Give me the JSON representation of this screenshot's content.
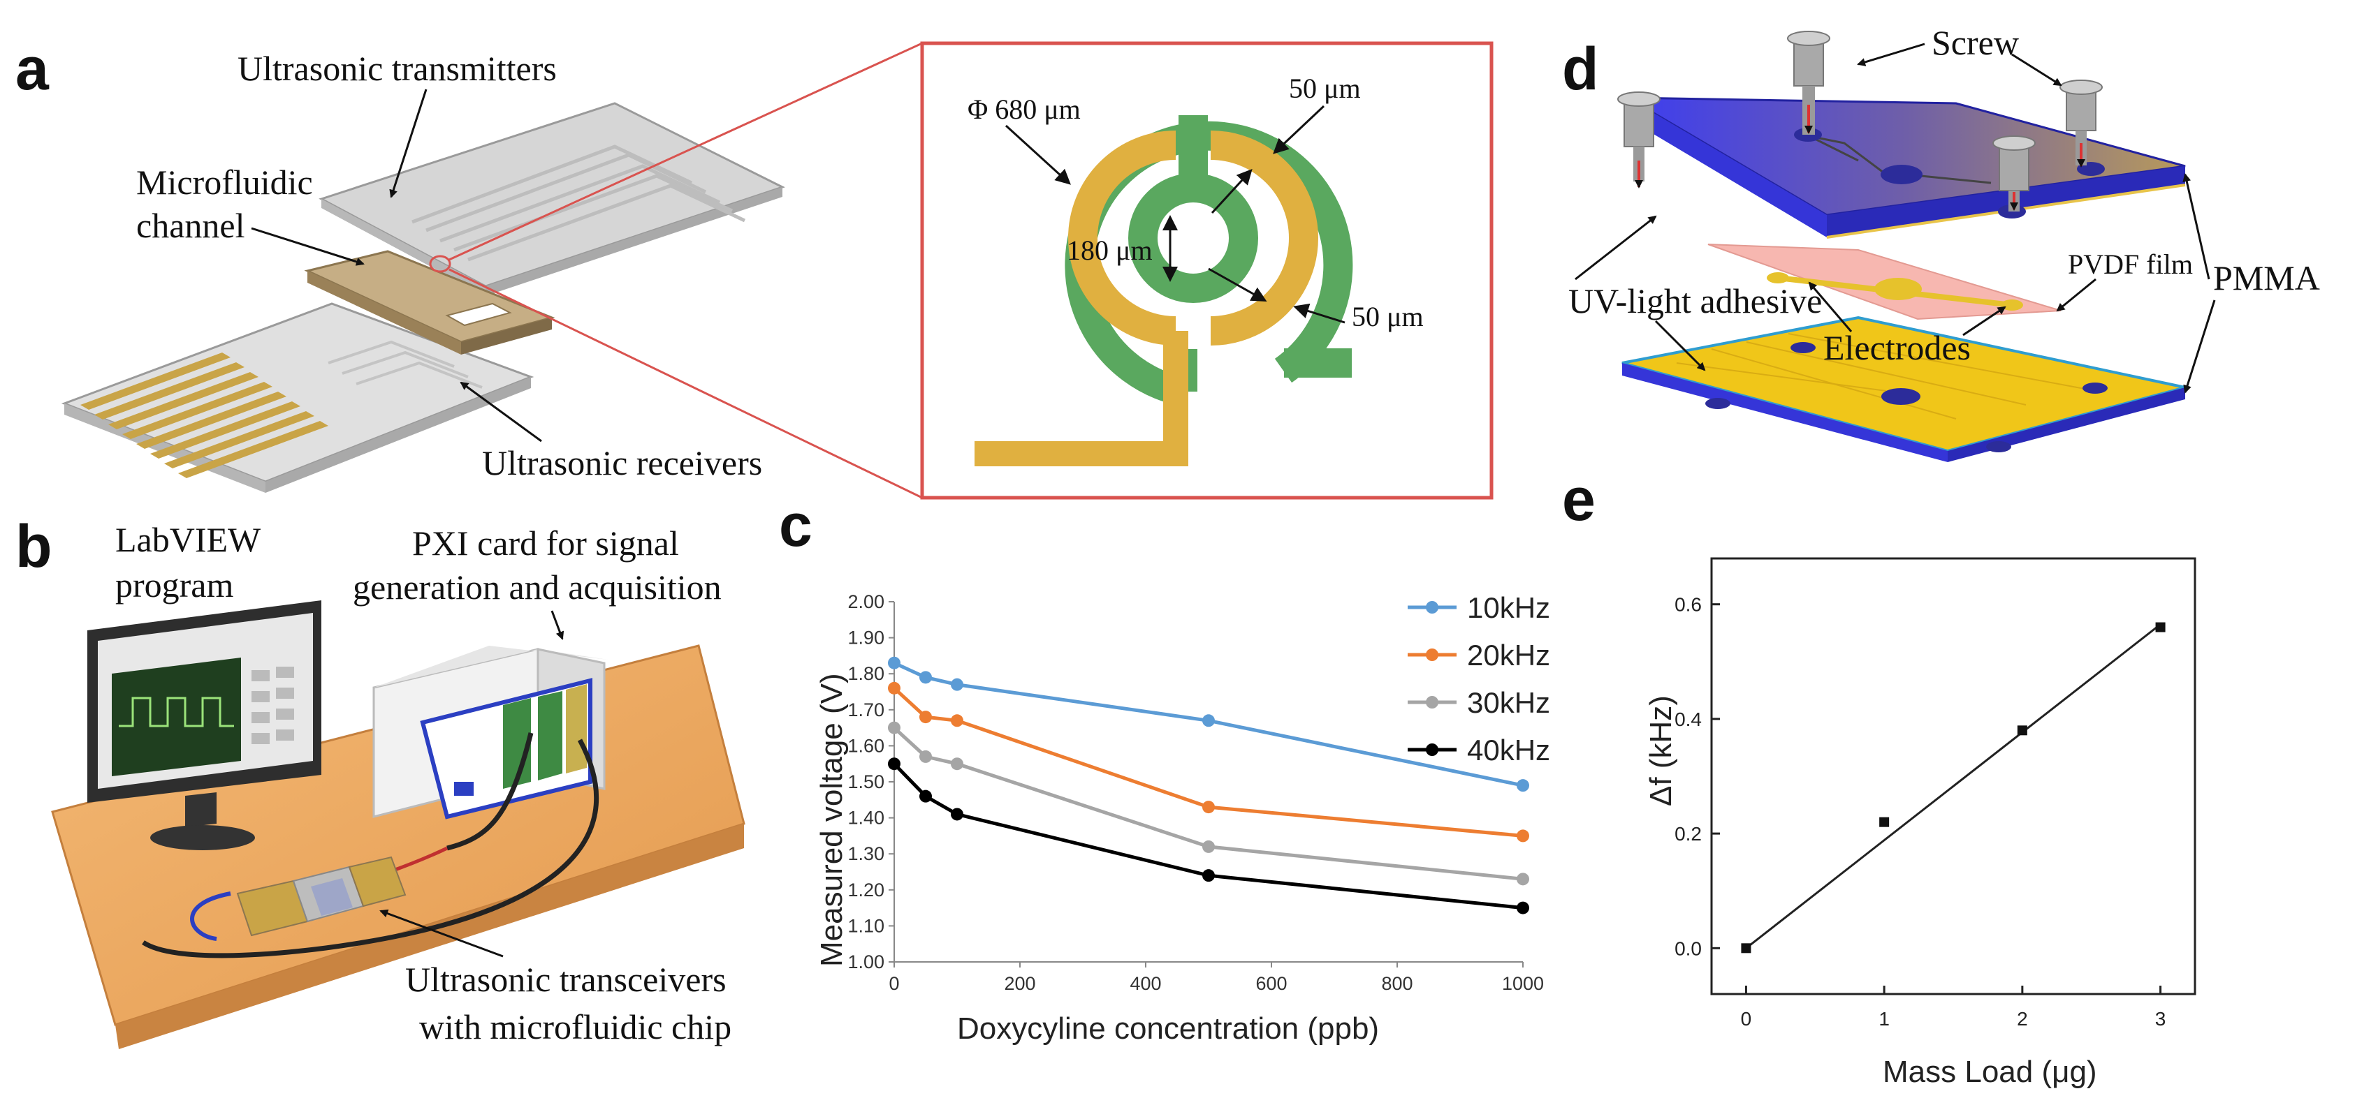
{
  "panels": {
    "a": {
      "label": "a",
      "ultrasonic_transmitters": "Ultrasonic transmitters",
      "microfluidic_channel_line1": "Microfluidic",
      "microfluidic_channel_line2": "channel",
      "ultrasonic_receivers": "Ultrasonic receivers",
      "inset": {
        "diameter": "Φ 680 μm",
        "width_top": "50 μm",
        "inner": "180 μm",
        "width_bottom": "50 μm"
      }
    },
    "b": {
      "label": "b",
      "labview_line1": "LabVIEW",
      "labview_line2": "program",
      "pxi_line1": "PXI card for signal",
      "pxi_line2": "generation and acquisition",
      "transceivers_line1": "Ultrasonic transceivers",
      "transceivers_line2": "with microfluidic  chip"
    },
    "c": {
      "label": "c"
    },
    "d": {
      "label": "d",
      "screw": "Screw",
      "pvdf_film": "PVDF film",
      "pmma": "PMMA",
      "uv_adhesive": "UV-light adhesive",
      "electrodes": "Electrodes"
    },
    "e": {
      "label": "e"
    }
  },
  "colors": {
    "s10": "#5b9bd5",
    "s20": "#ed7d31",
    "s30": "#a5a5a5",
    "s40": "#000000",
    "inset_border": "#d9534f",
    "ring_green": "#5aa85f",
    "ring_gold": "#e0b040"
  },
  "chart_data": [
    {
      "type": "line",
      "panel": "c",
      "xlabel": "Doxycyline concentration (ppb)",
      "ylabel": "Measured voltage (V)",
      "xlim": [
        0,
        1000
      ],
      "ylim": [
        1.0,
        2.0
      ],
      "x_ticks": [
        "0",
        "200",
        "400",
        "600",
        "800",
        "1000"
      ],
      "y_ticks": [
        "1.00",
        "1.10",
        "1.20",
        "1.30",
        "1.40",
        "1.50",
        "1.60",
        "1.70",
        "1.80",
        "1.90",
        "2.00"
      ],
      "legend_position": "top-right",
      "x": [
        0,
        50,
        100,
        500,
        1000
      ],
      "series": [
        {
          "name": "10kHz",
          "values": [
            1.83,
            1.79,
            1.77,
            1.67,
            1.49
          ]
        },
        {
          "name": "20kHz",
          "values": [
            1.76,
            1.68,
            1.67,
            1.43,
            1.35
          ]
        },
        {
          "name": "30kHz",
          "values": [
            1.65,
            1.57,
            1.55,
            1.32,
            1.23
          ]
        },
        {
          "name": "40kHz",
          "values": [
            1.55,
            1.46,
            1.41,
            1.24,
            1.15
          ]
        }
      ]
    },
    {
      "type": "scatter",
      "panel": "e",
      "xlabel": "Mass Load (μg)",
      "ylabel": "Δf (kHz)",
      "xlim": [
        -0.25,
        3.25
      ],
      "ylim": [
        -0.08,
        0.68
      ],
      "x_ticks": [
        "0",
        "1",
        "2",
        "3"
      ],
      "y_ticks": [
        "0.0",
        "0.2",
        "0.4",
        "0.6"
      ],
      "points": {
        "x": [
          0,
          1,
          2,
          3
        ],
        "y": [
          0.0,
          0.22,
          0.38,
          0.56
        ]
      },
      "fit_line": {
        "x": [
          0,
          3
        ],
        "y": [
          0.0,
          0.565
        ]
      }
    }
  ]
}
